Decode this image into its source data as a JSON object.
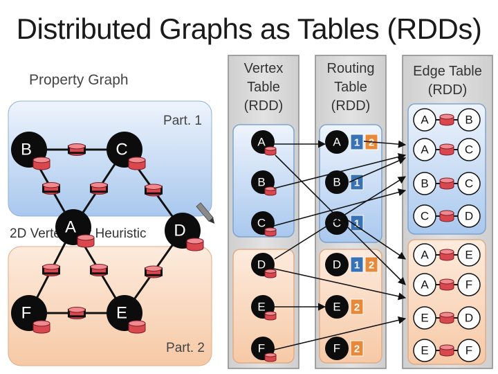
{
  "title": "Distributed Graphs as Tables (RDDs)",
  "property_graph": {
    "label": "Property Graph",
    "part1_label": "Part. 1",
    "part2_label": "Part. 2",
    "heuristic_label": "2D Vertex Cut Heuristic",
    "nodes": {
      "A": "A",
      "B": "B",
      "C": "C",
      "D": "D",
      "E": "E",
      "F": "F"
    }
  },
  "vertex_table": {
    "header": [
      "Vertex",
      "Table",
      "(RDD)"
    ],
    "part1": [
      "A",
      "B",
      "C"
    ],
    "part2": [
      "D",
      "E",
      "F"
    ]
  },
  "routing_table": {
    "header": [
      "Routing",
      "Table",
      "(RDD)"
    ],
    "part1": [
      {
        "v": "A",
        "parts": [
          "1",
          "2"
        ]
      },
      {
        "v": "B",
        "parts": [
          "1"
        ]
      },
      {
        "v": "C",
        "parts": [
          "1"
        ]
      }
    ],
    "part2": [
      {
        "v": "D",
        "parts": [
          "1",
          "2"
        ]
      },
      {
        "v": "E",
        "parts": [
          "2"
        ]
      },
      {
        "v": "F",
        "parts": [
          "2"
        ]
      }
    ]
  },
  "edge_table": {
    "header": [
      "Edge Table",
      "(RDD)"
    ],
    "part1": [
      [
        "A",
        "B"
      ],
      [
        "A",
        "C"
      ],
      [
        "B",
        "C"
      ],
      [
        "C",
        "D"
      ]
    ],
    "part2": [
      [
        "A",
        "E"
      ],
      [
        "A",
        "F"
      ],
      [
        "E",
        "D"
      ],
      [
        "E",
        "F"
      ]
    ]
  },
  "colors": {
    "part1_fill": "#c9dcf3",
    "part2_fill": "#f8d6bd",
    "column_gray": "#d6d6d6",
    "property_red": "#d9474f",
    "badge_blue": "#3a73b5",
    "badge_orange": "#e8893a"
  }
}
